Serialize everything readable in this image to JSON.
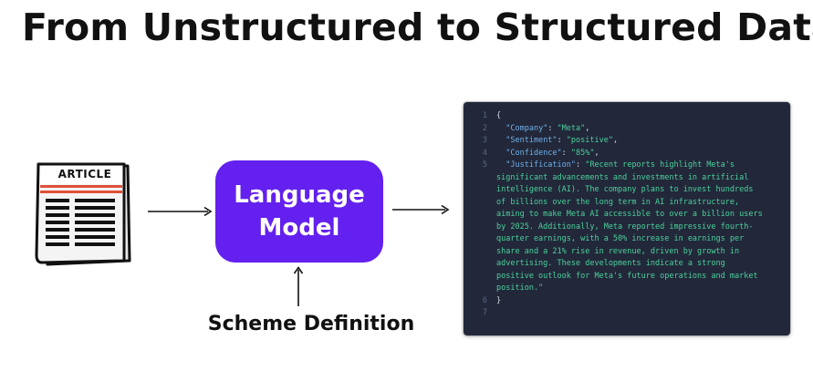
{
  "title": "From Unstructured to Structured Data",
  "article": {
    "label": "ARTICLE",
    "icon": "newspaper-icon"
  },
  "model": {
    "line1": "Language",
    "line2": "Model",
    "color": "#6320ee"
  },
  "scheme_label": "Scheme Definition",
  "code": {
    "line_numbers": [
      "1",
      "2",
      "3",
      "4",
      "5",
      "6",
      "7"
    ],
    "open_brace": "{",
    "close_brace": "}",
    "company_key": "\"Company\"",
    "company_value": "\"Meta\"",
    "sentiment_key": "\"Sentiment\"",
    "sentiment_value": "\"positive\"",
    "confidence_key": "\"Confidence\"",
    "confidence_value": "\"85%\"",
    "justification_key": "\"Justification\"",
    "justification_lines": [
      "\"Recent reports highlight Meta's",
      "significant advancements and investments in artificial",
      "intelligence (AI). The company plans to invest hundreds",
      "of billions over the long term in AI infrastructure,",
      "aiming to make Meta AI accessible to over a billion users",
      "by 2025. Additionally, Meta reported impressive fourth-",
      "quarter earnings, with a 50% increase in earnings per",
      "share and a 21% rise in revenue, driven by growth in",
      "advertising. These developments indicate a strong",
      "positive outlook for Meta's future operations and market",
      "position.\""
    ]
  }
}
